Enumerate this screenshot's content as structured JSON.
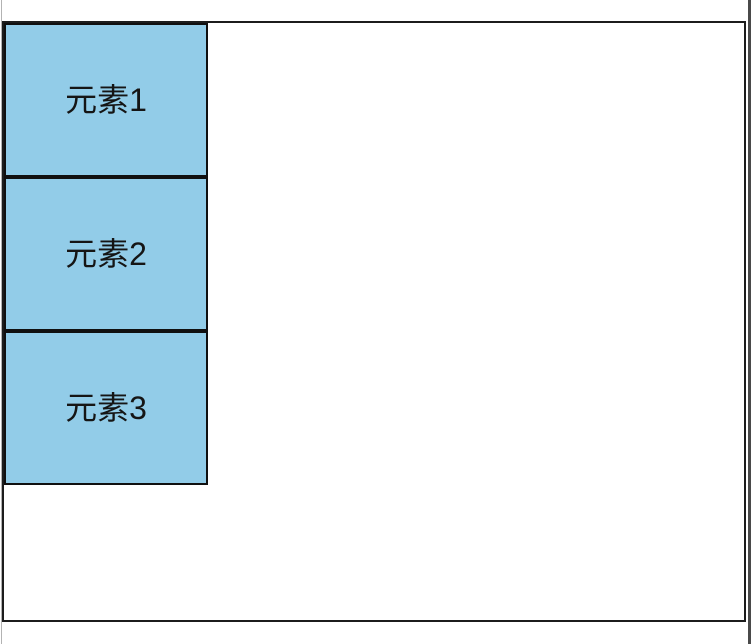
{
  "colors": {
    "page-bg": "#ffffff",
    "container-border": "#1c1c1c",
    "box-fill": "#92cce8",
    "box-border": "#101010",
    "box-text": "#151515",
    "left-edge": "#b3b3b3",
    "right-edge": "#4a4a4a"
  },
  "boxes": [
    {
      "label": "元素1"
    },
    {
      "label": "元素2"
    },
    {
      "label": "元素3"
    }
  ]
}
